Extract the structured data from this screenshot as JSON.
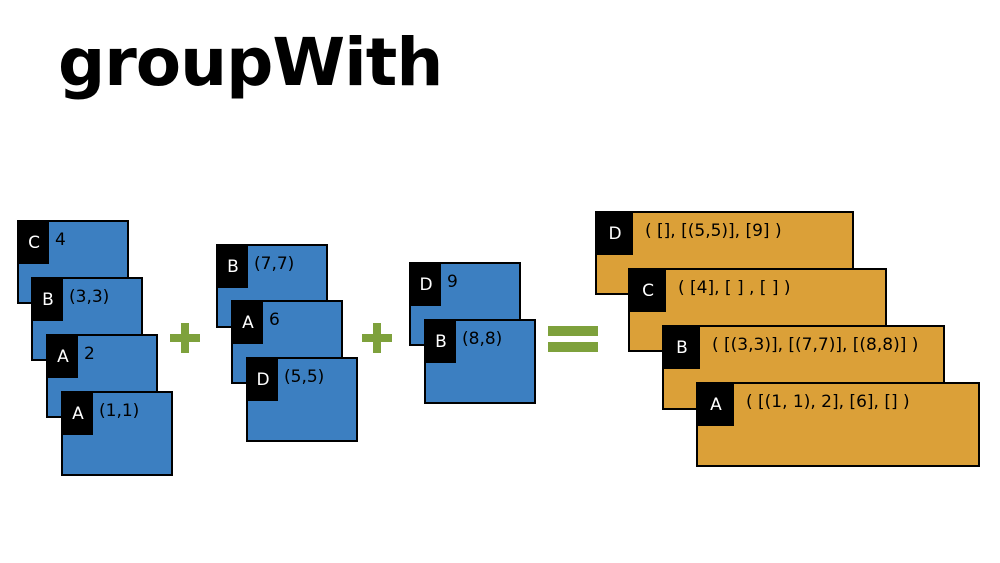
{
  "title": "groupWith",
  "colors": {
    "input_card": "#3c7fc1",
    "output_card": "#dba038",
    "operator": "#7ea13c",
    "key_bg": "#000000"
  },
  "operators": [
    "plus",
    "plus",
    "equals"
  ],
  "inputs": [
    {
      "cards": [
        {
          "key": "C",
          "value": "4"
        },
        {
          "key": "B",
          "value": "(3,3)"
        },
        {
          "key": "A",
          "value": "2"
        },
        {
          "key": "A",
          "value": "(1,1)"
        }
      ]
    },
    {
      "cards": [
        {
          "key": "B",
          "value": "(7,7)"
        },
        {
          "key": "A",
          "value": "6"
        },
        {
          "key": "D",
          "value": "(5,5)"
        }
      ]
    },
    {
      "cards": [
        {
          "key": "D",
          "value": "9"
        },
        {
          "key": "B",
          "value": "(8,8)"
        }
      ]
    }
  ],
  "output": {
    "cards": [
      {
        "key": "D",
        "value": "( [], [(5,5)], [9] )"
      },
      {
        "key": "C",
        "value": "( [4], [ ] , [ ] )"
      },
      {
        "key": "B",
        "value": "( [(3,3)], [(7,7)], [(8,8)] )"
      },
      {
        "key": "A",
        "value": "( [(1, 1), 2], [6], [] )"
      }
    ]
  }
}
